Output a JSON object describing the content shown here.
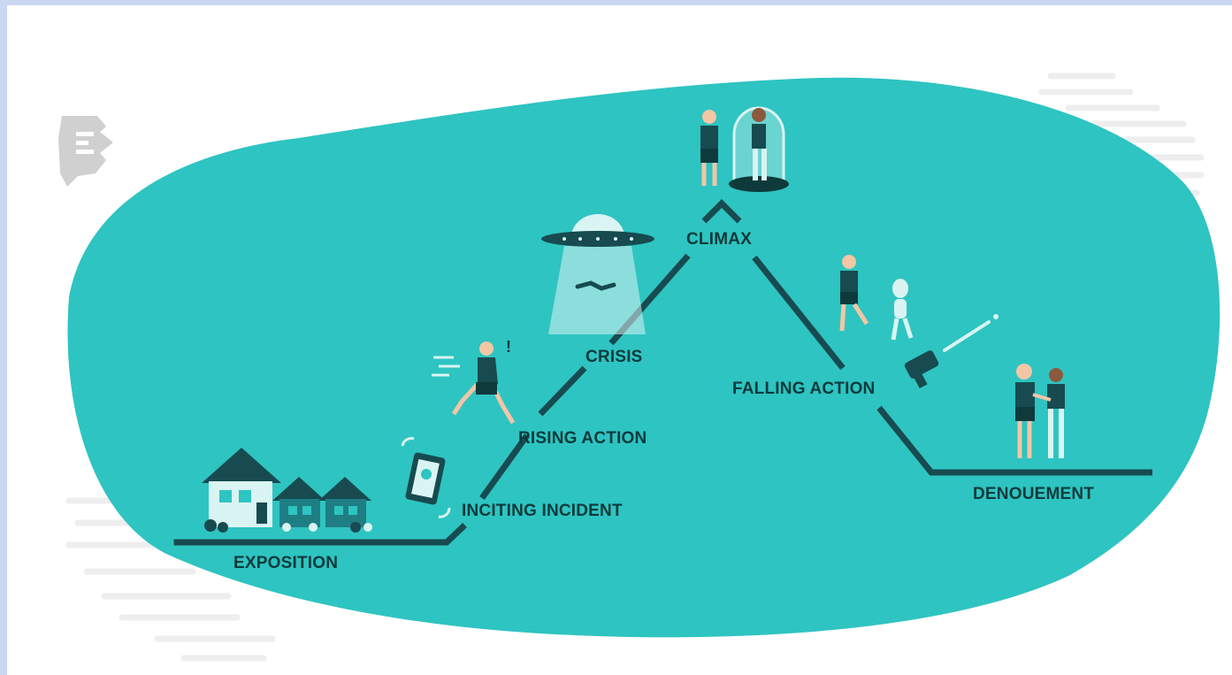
{
  "colors": {
    "blob": "#2ec4c1",
    "line": "#174b50",
    "text": "#0e3a3c",
    "accent_light": "#d9f4f2",
    "logo": "#d0d0d0",
    "page_bg": "#ffffff"
  },
  "logo": {
    "icon": "logo-e-icon"
  },
  "stages": {
    "exposition": "EXPOSITION",
    "inciting_incident": "INCITING INCIDENT",
    "rising_action": "RISING ACTION",
    "crisis": "CRISIS",
    "climax": "CLIMAX",
    "falling_action": "FALLING ACTION",
    "denouement": "DENOUEMENT"
  },
  "illustrations": [
    "houses-icon",
    "ringing-phone-icon",
    "running-man-icon",
    "ufo-abduction-icon",
    "man-and-woman-in-glass-dome-icon",
    "man-chasing-alien-icon",
    "ray-gun-icon",
    "couple-embracing-icon"
  ]
}
